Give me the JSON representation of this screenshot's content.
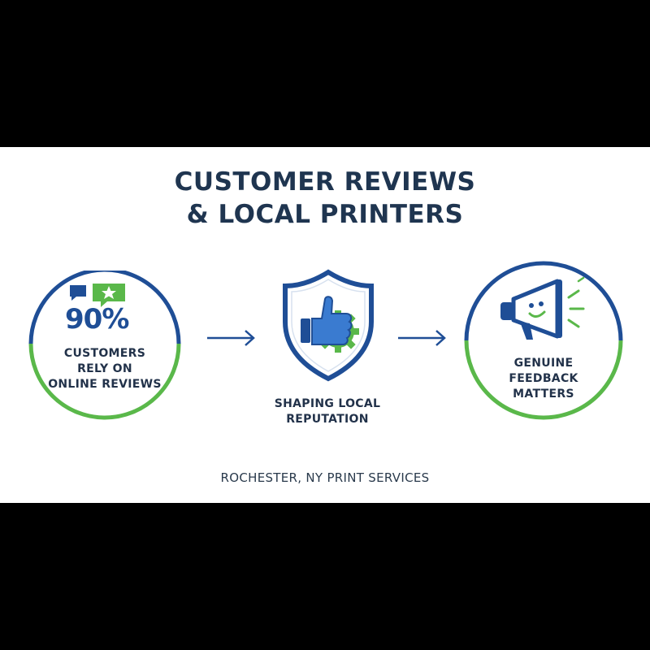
{
  "title": {
    "line1": "CUSTOMER REVIEWS",
    "line2": "& LOCAL PRINTERS"
  },
  "steps": [
    {
      "stat": "90%",
      "caption_lines": [
        "CUSTOMERS",
        "RELY ON",
        "ONLINE REVIEWS"
      ],
      "icon": "review-chat-bubbles-icon"
    },
    {
      "caption_lines": [
        "SHAPING LOCAL",
        "REPUTATION"
      ],
      "icon": "shield-thumbs-up-gear-icon"
    },
    {
      "caption_lines": [
        "GENUINE",
        "FEEDBACK",
        "MATTERS"
      ],
      "icon": "megaphone-smile-icon"
    }
  ],
  "footer": "ROCHESTER, NY PRINT SERVICES",
  "colors": {
    "navy": "#1f4e96",
    "green": "#5ab84a",
    "text": "#1f3550"
  }
}
